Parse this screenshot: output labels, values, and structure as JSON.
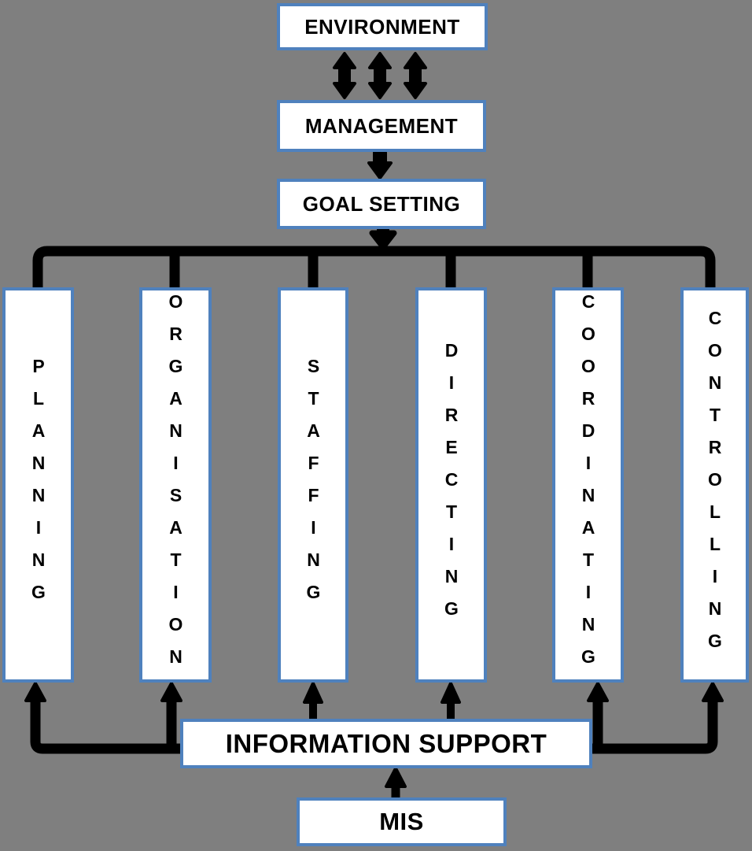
{
  "nodes": {
    "environment": "ENVIRONMENT",
    "management": "MANAGEMENT",
    "goal_setting": "GOAL SETTING",
    "functions": [
      "PLANNING",
      "ORGANISATION",
      "STAFFING",
      "DIRECTING",
      "COORDINATING",
      "CONTROLLING"
    ],
    "information_support": "INFORMATION SUPPORT",
    "mis": "MIS"
  },
  "colors": {
    "background": "#7f7f7f",
    "box_fill": "#ffffff",
    "box_border": "#4f81bd",
    "connector": "#000000"
  }
}
